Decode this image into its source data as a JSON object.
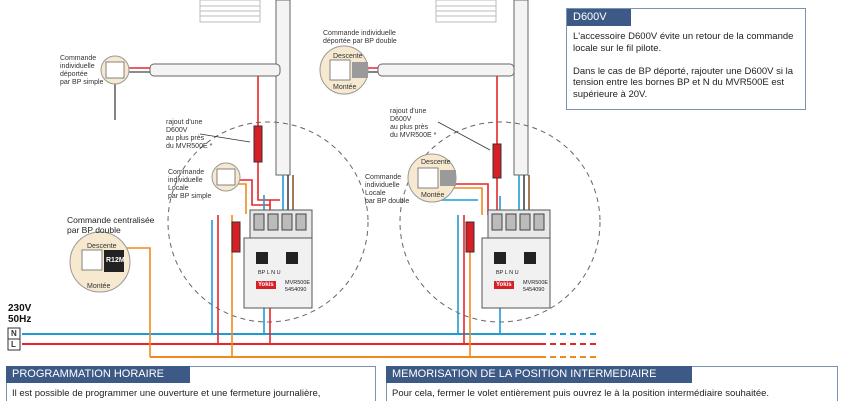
{
  "left_diagram": {
    "remote_single": "Commande\nindividuelle\ndéportée\npar BP simple",
    "d600_note": "rajout d'une\nD600V\nau plus près\ndu MVR500E *",
    "local_single": "Commande\nindividuelle\nLocale\npar BP simple",
    "central_title": "Commande centralisée\npar BP double",
    "central_up": "Montée",
    "central_down": "Descente",
    "central_module": "R12M",
    "module_label": "MVR500E",
    "module_ref": "5454090",
    "module_brand": "Yokis",
    "module_terms": "BP  L  N  U"
  },
  "right_diagram": {
    "remote_double": "Commande individuelle\ndéportée par BP double",
    "remote_down": "Descente",
    "remote_up": "Montée",
    "d600_note": "rajout d'une\nD600V\nau plus près\ndu MVR500E *",
    "local_single": "Commande\nindividuelle\nLocale\npar BP double",
    "local_down": "Descente",
    "local_up": "Montée",
    "module_label": "MVR500E",
    "module_ref": "5454090",
    "module_brand": "Yokis",
    "module_terms": "BP  L  N  U"
  },
  "mains": {
    "voltage": "230V\n50Hz",
    "neutral": "N",
    "live": "L"
  },
  "d600v_box": {
    "heading": "D600V",
    "body": "L'accessoire D600V évite un retour de la commande\nlocale sur le fil pilote.\n\nDans le cas de BP déporté, rajouter une D600V si la\ntension entre les bornes BP et N du MVR500E est\nsupérieure à 20V."
  },
  "programming": {
    "heading": "PROGRAMMATION HORAIRE",
    "body": "Il est possible de programmer une ouverture et une fermeture journalière,"
  },
  "memorisation": {
    "heading": "MEMORISATION DE LA POSITION INTERMEDIAIRE",
    "body": "Pour cela, fermer le volet entièrement puis ouvrez le à la position intermédiaire souhaitée."
  },
  "colors": {
    "blue_wire": "#1e9bd7",
    "red_wire": "#e8262a",
    "orange_wire": "#f08a1c",
    "header_blue": "#3d5a86"
  }
}
